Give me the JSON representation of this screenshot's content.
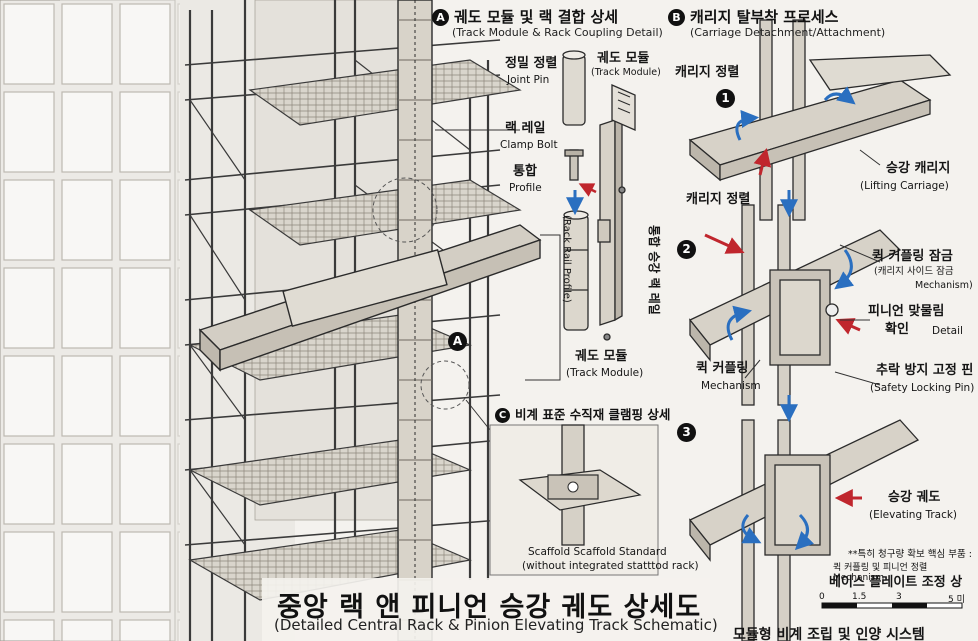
{
  "title": {
    "ko": "중앙 랙 앤 피니언 승강 궤도 상세도",
    "en": "(Detailed Central Rack & Pinion Elevating Track Schematic)"
  },
  "section_a": {
    "badge": "A",
    "title": "궤도 모듈 및 랙 결합 상세",
    "subtitle": "(Track Module & Rack Coupling Detail)",
    "labels": {
      "joint_pin_ko": "정밀 정렬",
      "joint_pin_en": "Joint Pin",
      "track_module_ko": "궤도 모듈",
      "track_module_en": "(Track Module)",
      "clamp_bolt_ko": "랙 레일",
      "clamp_bolt_en": "Clamp Bolt",
      "profile_ko": "통합",
      "profile_en": "Profile",
      "rack_rail_en": "(Rack Rail Profile)",
      "rack_rail_ko": "통합 승강 랙 레일",
      "bottom_module_ko": "궤도 모듈",
      "bottom_module_en": "(Track Module)"
    }
  },
  "section_b": {
    "badge": "B",
    "title": "캐리지 탈부착 프로세스",
    "subtitle": "(Carriage Detachment/Attachment)",
    "steps": [
      "1",
      "2",
      "3"
    ],
    "labels": {
      "carriage_align_top": "캐리지 정렬",
      "carriage_align_mid": "캐리지 정렬",
      "lifting_carriage_ko": "승강 캐리지",
      "lifting_carriage_en": "(Lifting Carriage)",
      "quick_lock_ko": "퀵 커플링 잠금",
      "quick_lock_sub": "(캐리지 사이드 잠금",
      "quick_lock_en": "Mechanism)",
      "pinion_ko": "피니언 맞물림",
      "pinion_ko2": "확인",
      "pinion_en": "Detail",
      "quick_coupling_ko": "퀵 커플링",
      "quick_coupling_en": "Mechanism",
      "safety_pin_ko": "추락 방지 고정 핀",
      "safety_pin_en": "(Safety Locking Pin)",
      "elevating_track_ko": "승강 궤도",
      "elevating_track_en": "(Elevating Track)"
    }
  },
  "section_c": {
    "badge": "C",
    "title": "비계 표준 수직재 클램핑 상세",
    "caption_line1": "Scaffold Scaffold Standard",
    "caption_line2": "(without integrated statttod rack)"
  },
  "main_callout": "A",
  "notes": {
    "note1": "**특히 청구량 확보 핵심 부품 :",
    "note2": "퀵 커플링 및 피니언 정렬 Mechanism",
    "base_plate": "베이스 플레이트 조정 상",
    "bottom_cut": "모듈형 비계 조립 및 인양 시스템"
  },
  "scale_bar": {
    "ticks": [
      "0",
      "1.5",
      "3",
      "5 미"
    ]
  },
  "colors": {
    "line": "#2a2a2a",
    "metal": "#cfcac0",
    "metal_light": "#e6e2da",
    "building": "#e9e7e2",
    "arrow_red": "#c0262d",
    "arrow_blue": "#2a6fc0"
  }
}
